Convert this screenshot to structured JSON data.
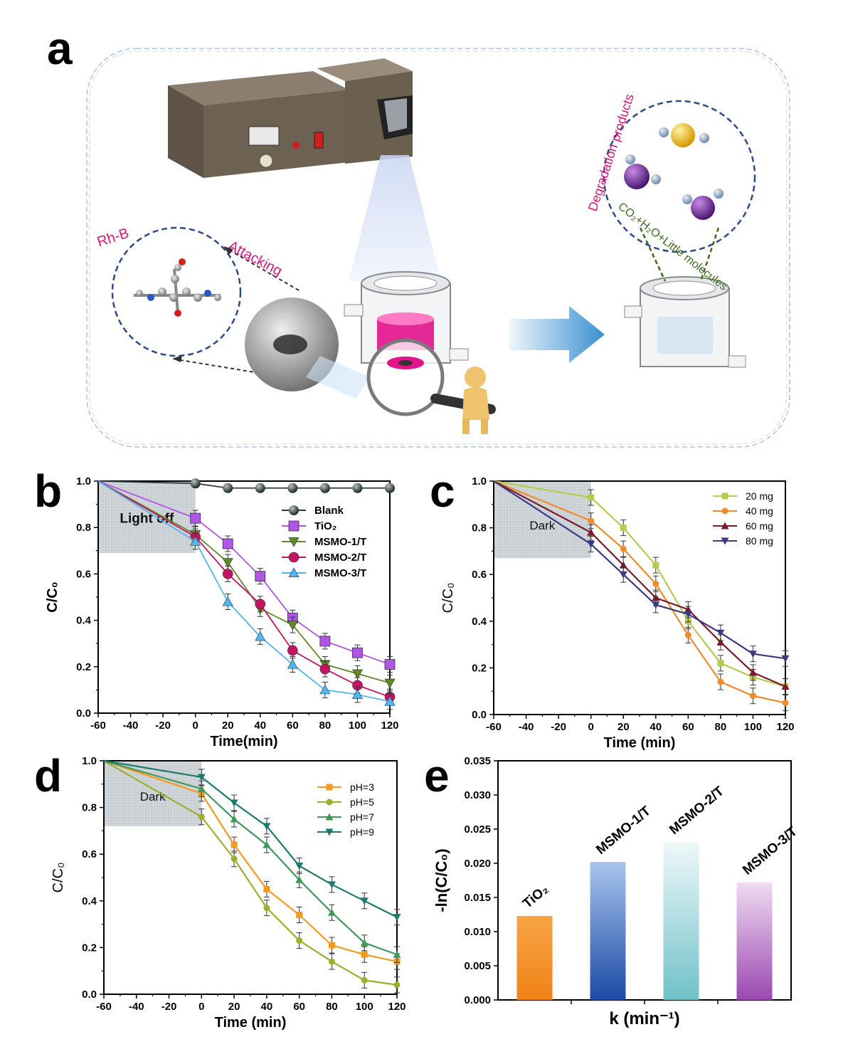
{
  "panel_labels": {
    "a": "a",
    "b": "b",
    "c": "c",
    "d": "d",
    "e": "e"
  },
  "scheme": {
    "rhb_label": "Rh-B",
    "attacking_label": "Attacking",
    "degradation_label": "Degradation products",
    "products_label": "CO₂+H₂O+Little molecules",
    "icons": [
      "xenon-lamp-icon",
      "light-beam-icon",
      "reactor-icon",
      "magnifier-icon",
      "person-icon",
      "molecule-icon",
      "arrow-right-icon"
    ]
  },
  "chart_data": [
    {
      "id": "b",
      "type": "line",
      "xlabel": "Time(min)",
      "ylabel": "C/C₀",
      "xlim": [
        -60,
        120
      ],
      "ylim": [
        0,
        1.0
      ],
      "xticks": [
        "-60",
        "-40",
        "-20",
        "0",
        "20",
        "40",
        "60",
        "80",
        "100",
        "120"
      ],
      "yticks": [
        "0.0",
        "0.2",
        "0.4",
        "0.6",
        "0.8",
        "1.0"
      ],
      "shade_label": "Light off",
      "shade_range": [
        -60,
        0
      ],
      "shade_y": [
        0.69,
        1.0
      ],
      "x": [
        -60,
        0,
        20,
        40,
        60,
        80,
        100,
        120
      ],
      "series": [
        {
          "name": "Blank",
          "color": "#2b3a3a",
          "marker": "sphere",
          "values": [
            1.0,
            0.99,
            0.97,
            0.97,
            0.97,
            0.97,
            0.97,
            0.97
          ]
        },
        {
          "name": "TiO₂",
          "color": "#b055e6",
          "marker": "square",
          "values": [
            1.0,
            0.84,
            0.73,
            0.59,
            0.41,
            0.31,
            0.26,
            0.21
          ]
        },
        {
          "name": "MSMO-1/T",
          "color": "#5f8a25",
          "marker": "triangle-down",
          "values": [
            1.0,
            0.77,
            0.65,
            0.45,
            0.38,
            0.21,
            0.17,
            0.13
          ]
        },
        {
          "name": "MSMO-2/T",
          "color": "#c21460",
          "marker": "circle",
          "values": [
            1.0,
            0.76,
            0.6,
            0.47,
            0.27,
            0.19,
            0.12,
            0.07
          ]
        },
        {
          "name": "MSMO-3/T",
          "color": "#4fb6ee",
          "marker": "triangle-up",
          "values": [
            1.0,
            0.74,
            0.48,
            0.33,
            0.21,
            0.1,
            0.08,
            0.05
          ]
        }
      ],
      "legend_position": "top-right"
    },
    {
      "id": "c",
      "type": "line",
      "xlabel": "Time (min)",
      "ylabel": "C/C₀",
      "xlim": [
        -60,
        120
      ],
      "ylim": [
        0,
        1.0
      ],
      "xticks": [
        "-60",
        "-40",
        "-20",
        "0",
        "20",
        "40",
        "60",
        "80",
        "100",
        "120"
      ],
      "yticks": [
        "0.0",
        "0.2",
        "0.4",
        "0.6",
        "0.8",
        "1.0"
      ],
      "shade_label": "Dark",
      "shade_range": [
        -60,
        0
      ],
      "shade_y": [
        0.67,
        1.0
      ],
      "x": [
        -60,
        0,
        20,
        40,
        60,
        80,
        100,
        120
      ],
      "series": [
        {
          "name": "20 mg",
          "color": "#b4cc4d",
          "marker": "square",
          "values": [
            1.0,
            0.93,
            0.8,
            0.64,
            0.4,
            0.22,
            0.16,
            0.12
          ]
        },
        {
          "name": "40 mg",
          "color": "#f08c2a",
          "marker": "circle",
          "values": [
            1.0,
            0.83,
            0.71,
            0.56,
            0.34,
            0.14,
            0.08,
            0.05
          ]
        },
        {
          "name": "60 mg",
          "color": "#7a1a2a",
          "marker": "triangle-up",
          "values": [
            1.0,
            0.78,
            0.64,
            0.5,
            0.45,
            0.31,
            0.18,
            0.12
          ]
        },
        {
          "name": "80 mg",
          "color": "#3a3a84",
          "marker": "triangle-down",
          "values": [
            1.0,
            0.73,
            0.6,
            0.47,
            0.43,
            0.35,
            0.26,
            0.24
          ]
        }
      ],
      "legend_position": "top-right"
    },
    {
      "id": "d",
      "type": "line",
      "xlabel": "Time (min)",
      "ylabel": "C/C₀",
      "xlim": [
        -60,
        120
      ],
      "ylim": [
        0,
        1.0
      ],
      "xticks": [
        "-60",
        "-40",
        "-20",
        "0",
        "20",
        "40",
        "60",
        "80",
        "100",
        "120"
      ],
      "yticks": [
        "0.0",
        "0.2",
        "0.4",
        "0.6",
        "0.8",
        "1.0"
      ],
      "shade_label": "Dark",
      "shade_range": [
        -60,
        0
      ],
      "shade_y": [
        0.72,
        1.0
      ],
      "x": [
        -60,
        0,
        20,
        40,
        60,
        80,
        100,
        120
      ],
      "series": [
        {
          "name": "pH=3",
          "color": "#f59a1e",
          "marker": "square",
          "values": [
            1.0,
            0.86,
            0.64,
            0.45,
            0.34,
            0.21,
            0.17,
            0.14
          ]
        },
        {
          "name": "pH=5",
          "color": "#9fae2d",
          "marker": "circle",
          "values": [
            1.0,
            0.76,
            0.58,
            0.37,
            0.23,
            0.14,
            0.06,
            0.04
          ]
        },
        {
          "name": "pH=7",
          "color": "#3f9a5a",
          "marker": "triangle-up",
          "values": [
            1.0,
            0.88,
            0.75,
            0.64,
            0.49,
            0.35,
            0.22,
            0.17
          ]
        },
        {
          "name": "pH=9",
          "color": "#1c7a6c",
          "marker": "triangle-down",
          "values": [
            1.0,
            0.93,
            0.82,
            0.72,
            0.55,
            0.47,
            0.4,
            0.33
          ]
        }
      ],
      "legend_position": "top-right"
    },
    {
      "id": "e",
      "type": "bar",
      "xlabel": "k (min⁻¹)",
      "ylabel": "-ln(C/C₀)",
      "ylim": [
        0,
        0.035
      ],
      "yticks": [
        "0.000",
        "0.005",
        "0.010",
        "0.015",
        "0.020",
        "0.025",
        "0.030",
        "0.035"
      ],
      "categories": [
        "TiO₂",
        "MSMO-1/T",
        "MSMO-2/T",
        "MSMO-3/T"
      ],
      "values": [
        0.0123,
        0.0202,
        0.0231,
        0.0172
      ],
      "colors": [
        "#f28a1c",
        "#2c4fa8",
        "#7fcad0",
        "#a856b6"
      ]
    }
  ]
}
